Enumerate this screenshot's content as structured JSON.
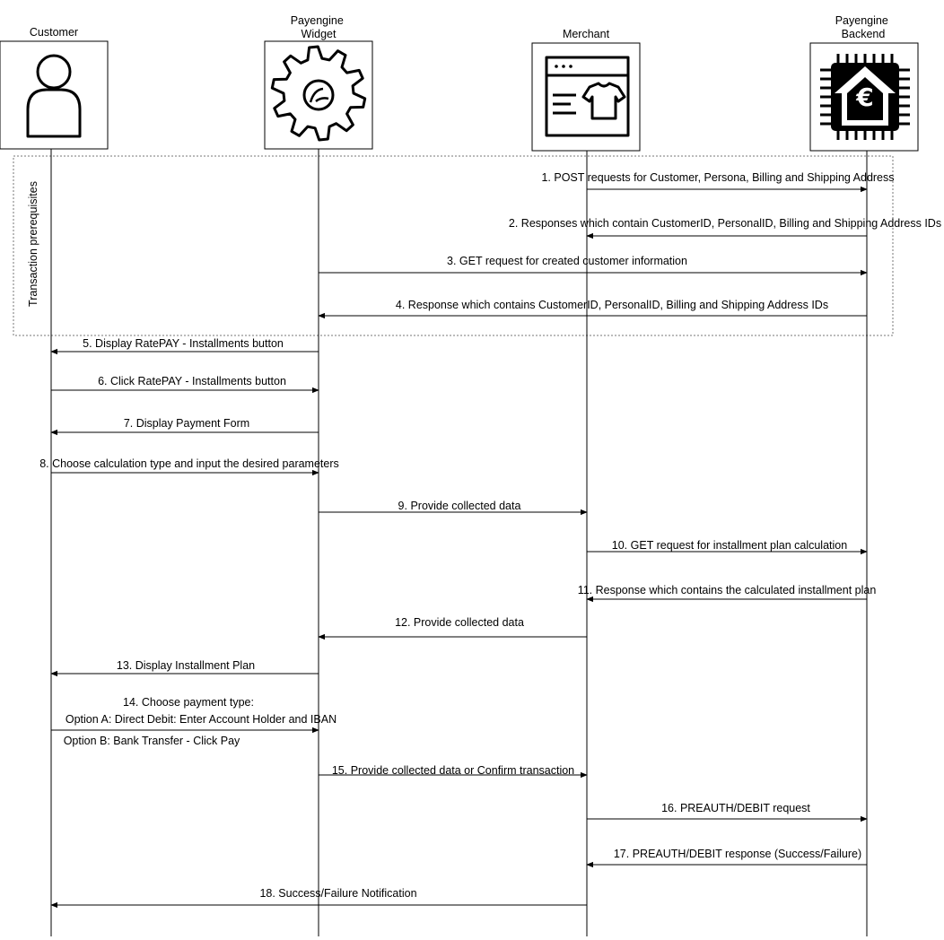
{
  "participants": [
    {
      "id": "customer",
      "title_lines": [
        "Customer"
      ],
      "icon": "person-icon"
    },
    {
      "id": "widget",
      "title_lines": [
        "Payengine",
        "Widget"
      ],
      "icon": "gear-icon"
    },
    {
      "id": "merchant",
      "title_lines": [
        "Merchant"
      ],
      "icon": "webshop-icon"
    },
    {
      "id": "backend",
      "title_lines": [
        "Payengine",
        "Backend"
      ],
      "icon": "euro-chip-icon"
    }
  ],
  "group_label": "Transaction prerequisites",
  "messages": [
    {
      "from": "merchant",
      "to": "backend",
      "lines": [
        "1. POST requests for Customer, Persona, Billing and Shipping Address"
      ]
    },
    {
      "from": "backend",
      "to": "merchant",
      "lines": [
        "2. Responses which contain CustomerID, PersonalID, Billing and Shipping Address IDs"
      ]
    },
    {
      "from": "widget",
      "to": "backend",
      "lines": [
        "3. GET request for created customer information"
      ]
    },
    {
      "from": "backend",
      "to": "widget",
      "lines": [
        "4. Response which contains CustomerID, PersonalID, Billing and Shipping Address IDs"
      ]
    },
    {
      "from": "widget",
      "to": "customer",
      "lines": [
        "5. Display RatePAY - Installments button"
      ]
    },
    {
      "from": "customer",
      "to": "widget",
      "lines": [
        "6. Click RatePAY - Installments button"
      ]
    },
    {
      "from": "widget",
      "to": "customer",
      "lines": [
        "7. Display Payment Form"
      ]
    },
    {
      "from": "customer",
      "to": "widget",
      "lines": [
        "8. Choose calculation type and input the desired parameters"
      ]
    },
    {
      "from": "widget",
      "to": "merchant",
      "lines": [
        "9. Provide collected data"
      ]
    },
    {
      "from": "merchant",
      "to": "backend",
      "lines": [
        "10. GET request for installment plan calculation"
      ]
    },
    {
      "from": "backend",
      "to": "merchant",
      "lines": [
        "11. Response which contains the calculated installment plan"
      ]
    },
    {
      "from": "merchant",
      "to": "widget",
      "lines": [
        "12. Provide collected data"
      ]
    },
    {
      "from": "widget",
      "to": "customer",
      "lines": [
        "13. Display Installment Plan"
      ]
    },
    {
      "from": "customer",
      "to": "widget",
      "lines": [
        "14. Choose payment type:",
        "Option A: Direct Debit: Enter Account Holder and IBAN",
        "Option B: Bank Transfer - Click Pay"
      ]
    },
    {
      "from": "widget",
      "to": "merchant",
      "lines": [
        "15. Provide collected data or Confirm transaction"
      ]
    },
    {
      "from": "merchant",
      "to": "backend",
      "lines": [
        "16. PREAUTH/DEBIT request"
      ]
    },
    {
      "from": "backend",
      "to": "merchant",
      "lines": [
        "17. PREAUTH/DEBIT response (Success/Failure)"
      ]
    },
    {
      "from": "merchant",
      "to": "customer",
      "lines": [
        "18. Success/Failure Notification"
      ]
    }
  ]
}
